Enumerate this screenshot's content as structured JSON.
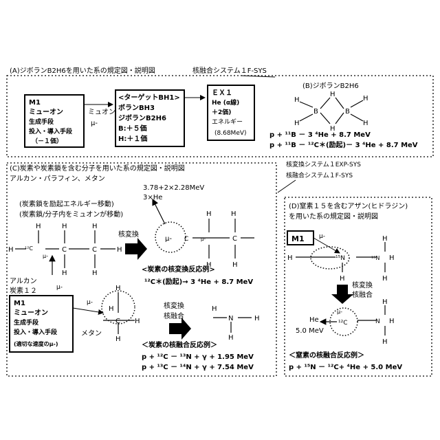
{
  "sectionA": {
    "title": "(A)ジボランB2H6を用いた系の規定図・説明図",
    "system": "核融合システム１F-SYS",
    "m1": [
      "M1",
      "ミューオン",
      "生成手段",
      "投入・導入手段",
      "（－１価）"
    ],
    "arrow_label": [
      "ミュオン",
      "μ-"
    ],
    "target": [
      "<ターゲットBH1>",
      "ボランBH3",
      "ジボランB2H6",
      "B:＋５価",
      "H:＋１価"
    ],
    "ex": [
      "ＥＸ１",
      "He (α線)",
      "＋2価)",
      "エネルギー",
      "(8.68MeV)"
    ],
    "B_title": "(B)ジボランB2H6",
    "reaction1": "p + ¹¹B  －  3 ⁴He + 8.7 MeV",
    "reaction2": "p + ¹¹B  －  ¹²C＊(励起)－    3 ⁴He + 8.7 MeV"
  },
  "sectionC": {
    "title": "(C)炭素や炭素鎖を含む分子を用いた系の規定図・説明図",
    "subtitle": "アルカン・パラフィン、メタン",
    "notes": [
      "(炭素鎖を励起エネルギー移動)",
      "(炭素鎖/分子内をミュオンが移動)"
    ],
    "energy": [
      "3.78+2×2.28MeV",
      "3×He"
    ],
    "arrow_label": "核変換",
    "alkane": [
      "アルカン",
      "炭素１２"
    ],
    "carbon_label": "¹²C",
    "mu_minus": "μ-",
    "heading1": "<炭素の核変換反応例>",
    "eq1": "¹²C＊(励起)→  3 ⁴He + 8.7 MeV",
    "m1": [
      "M1",
      "ミューオン",
      "生成手段",
      "投入・導入手段",
      "(適切な速度のμ-)"
    ],
    "methane": "メタン",
    "arrow2": [
      "核変換",
      "核融合"
    ],
    "N_label": "N",
    "heading2": "＜炭素の核融合反応例＞",
    "eq2": "p + ¹²C  －  ¹³N + γ + 1.95 MeV",
    "eq3": "p + ¹³C  －  ¹⁴N + γ + 7.54 MeV"
  },
  "sectionD": {
    "systems": [
      "核変換システム１EXP-SYS",
      "核融合システム１F-SYS"
    ],
    "title": "(D)窒素１５を含むアザン(ヒドラジン)",
    "subtitle": "を用いた系の規定図・説明図",
    "m1": "M1",
    "n15": "¹⁵N",
    "arrow": [
      "核変換",
      "核融合"
    ],
    "c12": "¹²C",
    "he": [
      "He",
      "5.0 MeV"
    ],
    "heading": "＜窒素の核融合反応例＞",
    "eq": "p + ¹⁵N   －  ¹²C+  ⁴He + 5.0 MeV"
  }
}
